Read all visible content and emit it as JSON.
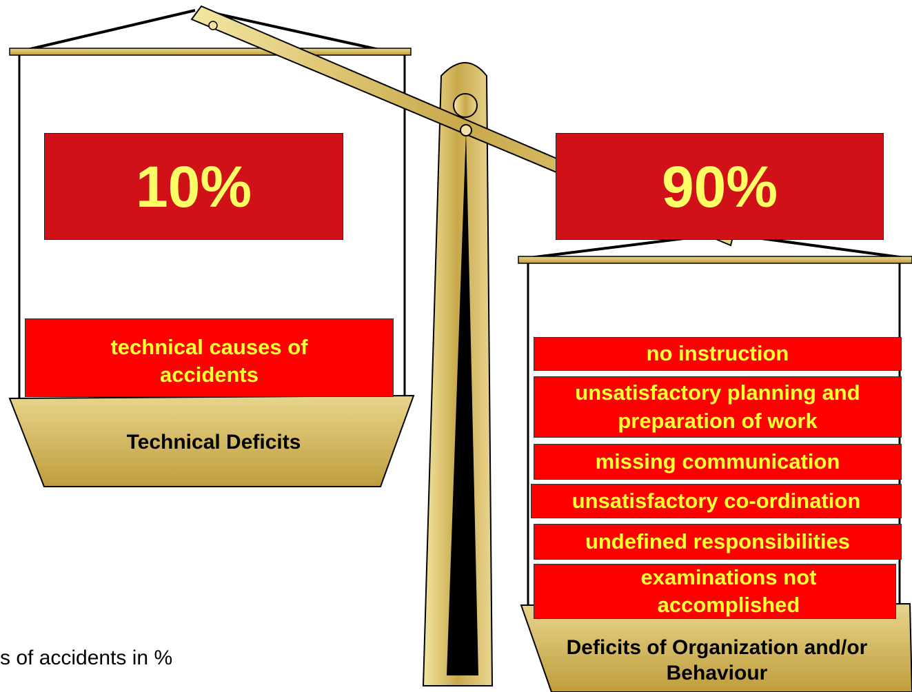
{
  "left_pan": {
    "percent": "10%",
    "cause": "technical causes of accidents",
    "label": "Technical Deficits"
  },
  "right_pan": {
    "percent": "90%",
    "causes": [
      "no instruction",
      "unsatisfactory planning and preparation of work",
      "missing communication",
      "unsatisfactory co-ordination",
      "undefined  responsibilities",
      "examinations not accomplished"
    ],
    "label": "Deficits of Organization and/or Behaviour"
  },
  "caption": "s of accidents in %",
  "colors": {
    "percent_box": "#d01218",
    "cause_box": "#ff0000",
    "box_text": "#ffff33",
    "gold": "#c8a84a"
  }
}
